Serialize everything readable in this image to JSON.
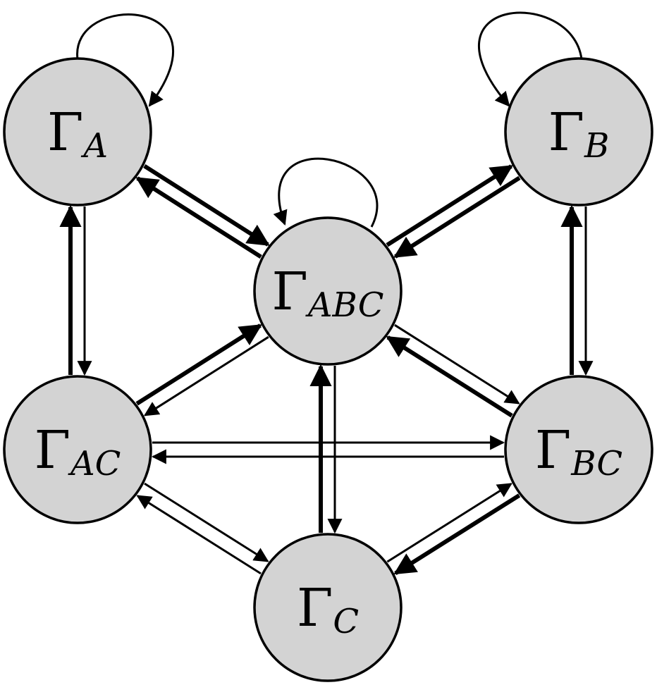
{
  "diagram": {
    "nodes": [
      {
        "id": "A",
        "symbol": "Γ",
        "subscript": "A"
      },
      {
        "id": "B",
        "symbol": "Γ",
        "subscript": "B"
      },
      {
        "id": "ABC",
        "symbol": "Γ",
        "subscript": "ABC"
      },
      {
        "id": "AC",
        "symbol": "Γ",
        "subscript": "AC"
      },
      {
        "id": "BC",
        "symbol": "Γ",
        "subscript": "BC"
      },
      {
        "id": "C",
        "symbol": "Γ",
        "subscript": "C"
      }
    ],
    "self_loops": [
      "A",
      "B",
      "ABC"
    ],
    "edges": [
      {
        "from": "A",
        "to": "ABC",
        "weight": "thick"
      },
      {
        "from": "ABC",
        "to": "A",
        "weight": "thick"
      },
      {
        "from": "B",
        "to": "ABC",
        "weight": "thick"
      },
      {
        "from": "ABC",
        "to": "B",
        "weight": "thick"
      },
      {
        "from": "AC",
        "to": "A",
        "weight": "thick"
      },
      {
        "from": "A",
        "to": "AC",
        "weight": "thin"
      },
      {
        "from": "BC",
        "to": "B",
        "weight": "thick"
      },
      {
        "from": "B",
        "to": "BC",
        "weight": "thin"
      },
      {
        "from": "AC",
        "to": "ABC",
        "weight": "thick"
      },
      {
        "from": "ABC",
        "to": "AC",
        "weight": "thin"
      },
      {
        "from": "BC",
        "to": "ABC",
        "weight": "thick"
      },
      {
        "from": "ABC",
        "to": "BC",
        "weight": "thin"
      },
      {
        "from": "C",
        "to": "ABC",
        "weight": "thick"
      },
      {
        "from": "ABC",
        "to": "C",
        "weight": "thin"
      },
      {
        "from": "AC",
        "to": "BC",
        "weight": "thin"
      },
      {
        "from": "BC",
        "to": "AC",
        "weight": "thin"
      },
      {
        "from": "AC",
        "to": "C",
        "weight": "thin"
      },
      {
        "from": "C",
        "to": "AC",
        "weight": "thin"
      },
      {
        "from": "BC",
        "to": "C",
        "weight": "thick"
      },
      {
        "from": "C",
        "to": "BC",
        "weight": "thin"
      }
    ],
    "colors": {
      "node_fill": "#d3d3d3",
      "stroke": "#000000"
    }
  }
}
